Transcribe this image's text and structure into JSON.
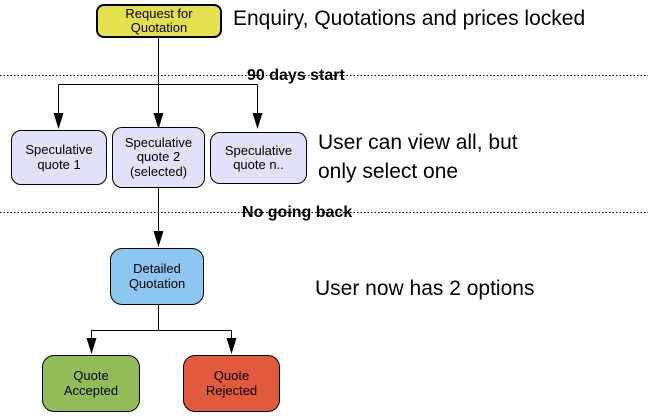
{
  "diagram": {
    "nodes": {
      "request": {
        "lines": [
          "Request for",
          "Quotation"
        ],
        "fill": "#e4e04e"
      },
      "spec1": {
        "lines": [
          "Speculative",
          "quote 1"
        ],
        "fill": "#e1e1f9"
      },
      "spec2": {
        "lines": [
          "Speculative",
          "quote 2",
          "(selected)"
        ],
        "fill": "#e1e1f9"
      },
      "specn": {
        "lines": [
          "Speculative",
          "quote n.."
        ],
        "fill": "#e1e1f9"
      },
      "detailed": {
        "lines": [
          "Detailed",
          "Quotation"
        ],
        "fill": "#8dc6f0"
      },
      "accepted": {
        "lines": [
          "Quote",
          "Accepted"
        ],
        "fill": "#93bb58"
      },
      "rejected": {
        "lines": [
          "Quote",
          "Rejected"
        ],
        "fill": "#e15a3b"
      }
    },
    "annotations": {
      "enquiry": "Enquiry, Quotations and prices locked",
      "view_all": [
        "User can view all, but",
        "only select one"
      ],
      "two_options": "User now has 2 options"
    },
    "phase_labels": {
      "days_start": "90 days start",
      "no_going_back": "No going back"
    },
    "colors": {
      "line": "#000000",
      "yellow": "#e4e04e",
      "lavender": "#e1e1f9",
      "blue": "#8dc6f0",
      "green": "#93bb58",
      "red": "#e15a3b"
    }
  }
}
